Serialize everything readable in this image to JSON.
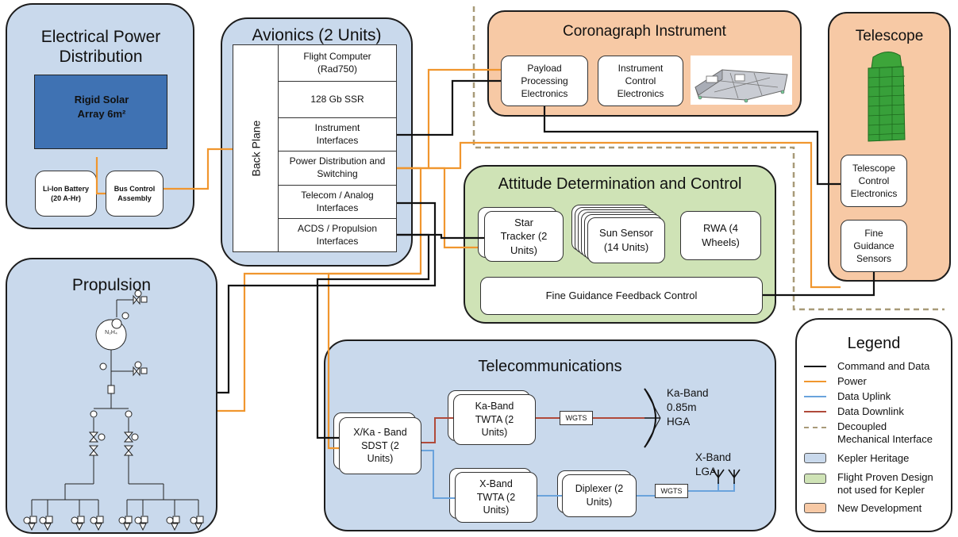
{
  "colors": {
    "command": "#111111",
    "power": "#f0962e",
    "uplink": "#6aa3dc",
    "downlink": "#b04a3a",
    "decoupled": "#a89a78",
    "kepler": "#c9d9ec",
    "flight_proven": "#cfe3b6",
    "new_dev": "#f7c9a5",
    "solar": "#3f72b3"
  },
  "eps": {
    "title": "Electrical Power Distribution",
    "solar": "Rigid Solar Array 6m²",
    "battery": "Li-Ion Battery (20 A-Hr)",
    "bca": "Bus Control Assembly"
  },
  "avionics": {
    "title": "Avionics (2 Units)",
    "backplane": "Back Plane",
    "rows": [
      "Flight Computer (Rad750)",
      "128 Gb SSR",
      "Instrument Interfaces",
      "Power Distribution and Switching",
      "Telecom / Analog Interfaces",
      "ACDS / Propulsion Interfaces"
    ]
  },
  "coronagraph": {
    "title": "Coronagraph Instrument",
    "ppe": "Payload Processing Electronics",
    "ice": "Instrument Control Electronics"
  },
  "telescope": {
    "title": "Telescope",
    "tce": "Telescope Control Electronics",
    "fgs": "Fine Guidance Sensors"
  },
  "adc": {
    "title": "Attitude Determination and Control",
    "star": "Star Tracker (2 Units)",
    "sun": "Sun Sensor (14 Units)",
    "rwa": "RWA (4 Wheels)",
    "fgfc": "Fine Guidance Feedback Control"
  },
  "propulsion": {
    "title": "Propulsion",
    "tank": "N₂H₄"
  },
  "telecom": {
    "title": "Telecommunications",
    "sdst": "X/Ka - Band SDST (2 Units)",
    "ka_twta": "Ka-Band TWTA (2 Units)",
    "x_twta": "X-Band TWTA (2 Units)",
    "diplexer": "Diplexer (2 Units)",
    "wgts": "WGTS",
    "hga": "Ka-Band 0.85m HGA",
    "lga": "X-Band LGA"
  },
  "legend": {
    "title": "Legend",
    "items": [
      "Command and Data",
      "Power",
      "Data Uplink",
      "Data Downlink",
      "Decoupled Mechanical Interface",
      "Kepler Heritage",
      "Flight Proven Design not used for Kepler",
      "New Development"
    ]
  }
}
